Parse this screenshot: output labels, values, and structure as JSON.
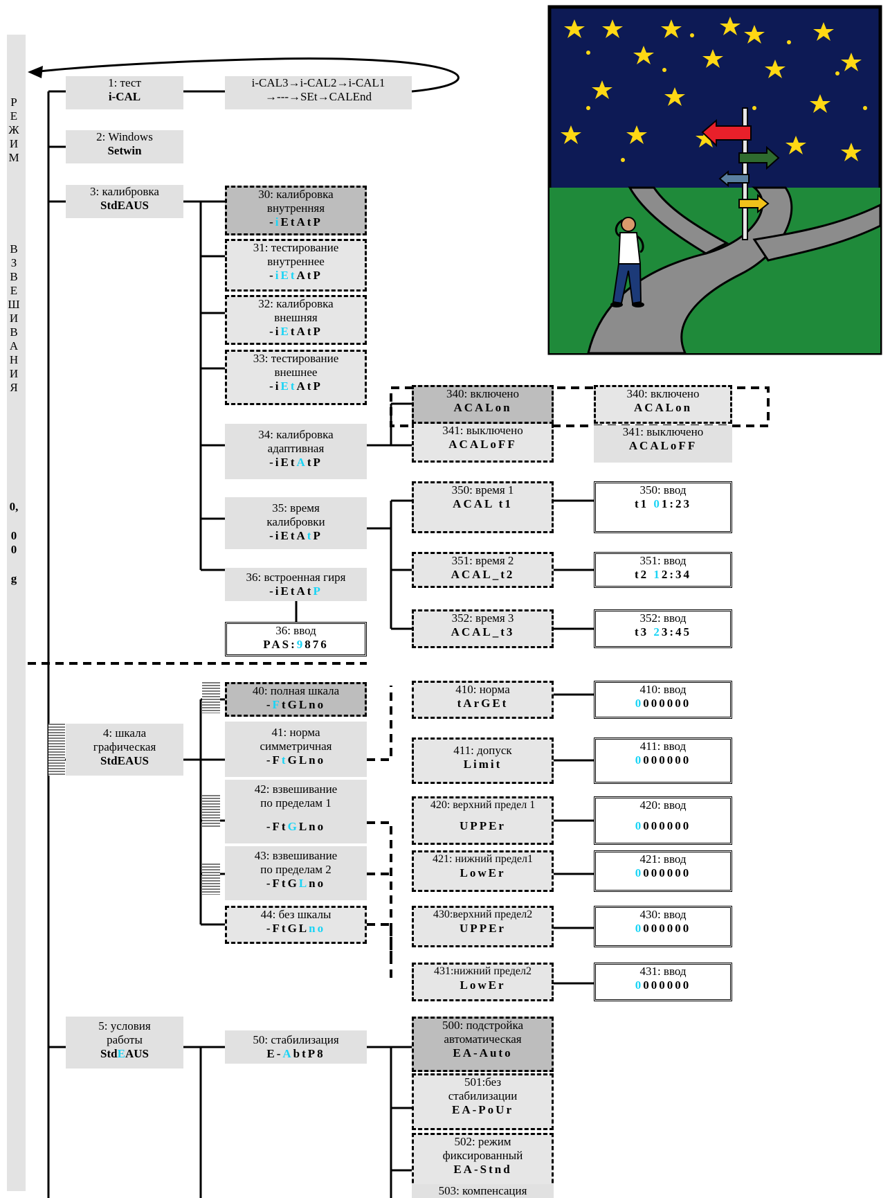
{
  "sidebar": {
    "word_top": [
      "Р",
      "Е",
      "Ж",
      "И",
      "М"
    ],
    "word_mid": [
      "В",
      "З",
      "В",
      "Е",
      "Ш",
      "И",
      "В",
      "А",
      "Н",
      "И",
      "Я"
    ],
    "value_chars": [
      "0,",
      "0",
      "0",
      "g"
    ]
  },
  "menu": {
    "n1": {
      "label": "1: тест",
      "code": "i-CAL"
    },
    "n1_seq": {
      "line1": "i-CAL3→i-CAL2→i-CAL1",
      "line2": "→---→SEt→CALEnd"
    },
    "n2": {
      "label": "2: Windows",
      "code": "Setwin"
    },
    "n3": {
      "label": "3: калибровка",
      "code": "StdEAUS"
    },
    "n30": {
      "label1": "30: калибровка",
      "label2": "внутренняя",
      "c_a": "-",
      "c_hl": "i",
      "c_b": "EtAtP"
    },
    "n31": {
      "label1": "31: тестирование",
      "label2": "внутреннее",
      "c_a": "-",
      "c_hl": "iE",
      "c_hl2": "t",
      "c_b": "AtP"
    },
    "n32": {
      "label1": "32: калибровка",
      "label2": "внешняя",
      "c_a": "-i",
      "c_hl": "E",
      "c_b": "tAtP"
    },
    "n33": {
      "label1": "33: тестирование",
      "label2": "внешнее",
      "c_a": "-i",
      "c_hl": "Et",
      "c_b": "AtP"
    },
    "n34": {
      "label1": "34: калибровка",
      "label2": "адаптивная",
      "c_a": "-iEt",
      "c_hl": "A",
      "c_b": "tP"
    },
    "n340": {
      "label": "340: включено",
      "code": "ACALon"
    },
    "n341": {
      "label": "341: выключено",
      "code": "ACALoFF"
    },
    "n340b": {
      "label": "340: включено",
      "code": "ACALon"
    },
    "n341b": {
      "label": "341: выключено",
      "code": "ACALoFF"
    },
    "n35": {
      "label1": "35: время",
      "label2": "калибровки",
      "c_a": "-iEtA",
      "c_hl": "t",
      "c_b": "P"
    },
    "n350": {
      "label": "350: время 1",
      "code": "ACAL t1"
    },
    "n351": {
      "label": "351: время 2",
      "code": "ACAL_t2"
    },
    "n352": {
      "label": "352: время 3",
      "code": "ACAL_t3"
    },
    "e350": {
      "label": "350: ввод",
      "c_a": "t1 ",
      "c_hl": "0",
      "c_b": "1:23"
    },
    "e351": {
      "label": "351: ввод",
      "c_a": "t2 ",
      "c_hl": "1",
      "c_b": "2:34"
    },
    "e352": {
      "label": "352: ввод",
      "c_a": "t3 ",
      "c_hl": "2",
      "c_b": "3:45"
    },
    "n36": {
      "label": "36: встроенная гиря",
      "c_a": "-iEtAt",
      "c_hl": "P"
    },
    "e36": {
      "label": "36: ввод",
      "c_a": "PAS:",
      "c_hl": "9",
      "c_b": "876"
    },
    "n4": {
      "label1": "4: шкала",
      "label2": "графическая",
      "code": "StdEAUS"
    },
    "n40": {
      "label": "40: полная шкала",
      "c_a": "-",
      "c_hl": "F",
      "c_b": "tGLno"
    },
    "n41": {
      "label1": "41: норма",
      "label2": "симметричная",
      "c_a": "-F",
      "c_hl": "t",
      "c_b": "GLno"
    },
    "n42": {
      "label1": "42: взвешивание",
      "label2": "по пределам 1",
      "c_a": "-Ft",
      "c_hl": "G",
      "c_b": "Lno"
    },
    "n43": {
      "label1": "43: взвешивание",
      "label2": "по пределам 2",
      "c_a": "-FtG",
      "c_hl": "L",
      "c_b": "no"
    },
    "n44": {
      "label": "44: без шкалы",
      "c_a": "-FtGL",
      "c_hl": "no"
    },
    "n410": {
      "label": "410: норма",
      "code": "tArGEt"
    },
    "n411": {
      "label": "411: допуск",
      "code": "Limit"
    },
    "n420": {
      "label": "420: верхний предел 1",
      "code": "UPPEr"
    },
    "n421": {
      "label": "421: нижний предел1",
      "code": "LowEr"
    },
    "n430": {
      "label": "430:верхний предел2",
      "code": "UPPEr"
    },
    "n431": {
      "label": "431:нижний предел2",
      "code": "LowEr"
    },
    "e410": {
      "label": "410: ввод",
      "c_hl": "0",
      "c_b": "000000"
    },
    "e411": {
      "label": "411: ввод",
      "c_hl": "0",
      "c_b": "000000"
    },
    "e420": {
      "label": "420: ввод",
      "c_hl": "0",
      "c_b": "000000"
    },
    "e421": {
      "label": "421: ввод",
      "c_hl": "0",
      "c_b": "000000"
    },
    "e430": {
      "label": "430: ввод",
      "c_hl": "0",
      "c_b": "000000"
    },
    "e431": {
      "label": "431: ввод",
      "c_hl": "0",
      "c_b": "000000"
    },
    "n5": {
      "label1": "5: условия",
      "label2": "работы",
      "c_a": "Std",
      "c_hl": "E",
      "c_b": "AUS"
    },
    "n50": {
      "label": "50: стабилизация",
      "c_a": "E-",
      "c_hl": "A",
      "c_b": "btP8"
    },
    "n500": {
      "label1": "500: подстройка",
      "label2": "автоматическая",
      "code": "EA-Auto"
    },
    "n501": {
      "label1": "501:без",
      "label2": "стабилизации",
      "code": "EA-PoUr"
    },
    "n502": {
      "label1": "502: режим",
      "label2": "фиксированный",
      "code": "EA-Stnd"
    },
    "n503": {
      "label": "503: компенсация"
    }
  },
  "colors": {
    "highlight": "#19d4f5",
    "box": "#e1e1e1",
    "sky": "#0d1a55",
    "grass": "#1f8a3a",
    "road": "#8c8c8c",
    "arrow_red": "#e8202a"
  }
}
